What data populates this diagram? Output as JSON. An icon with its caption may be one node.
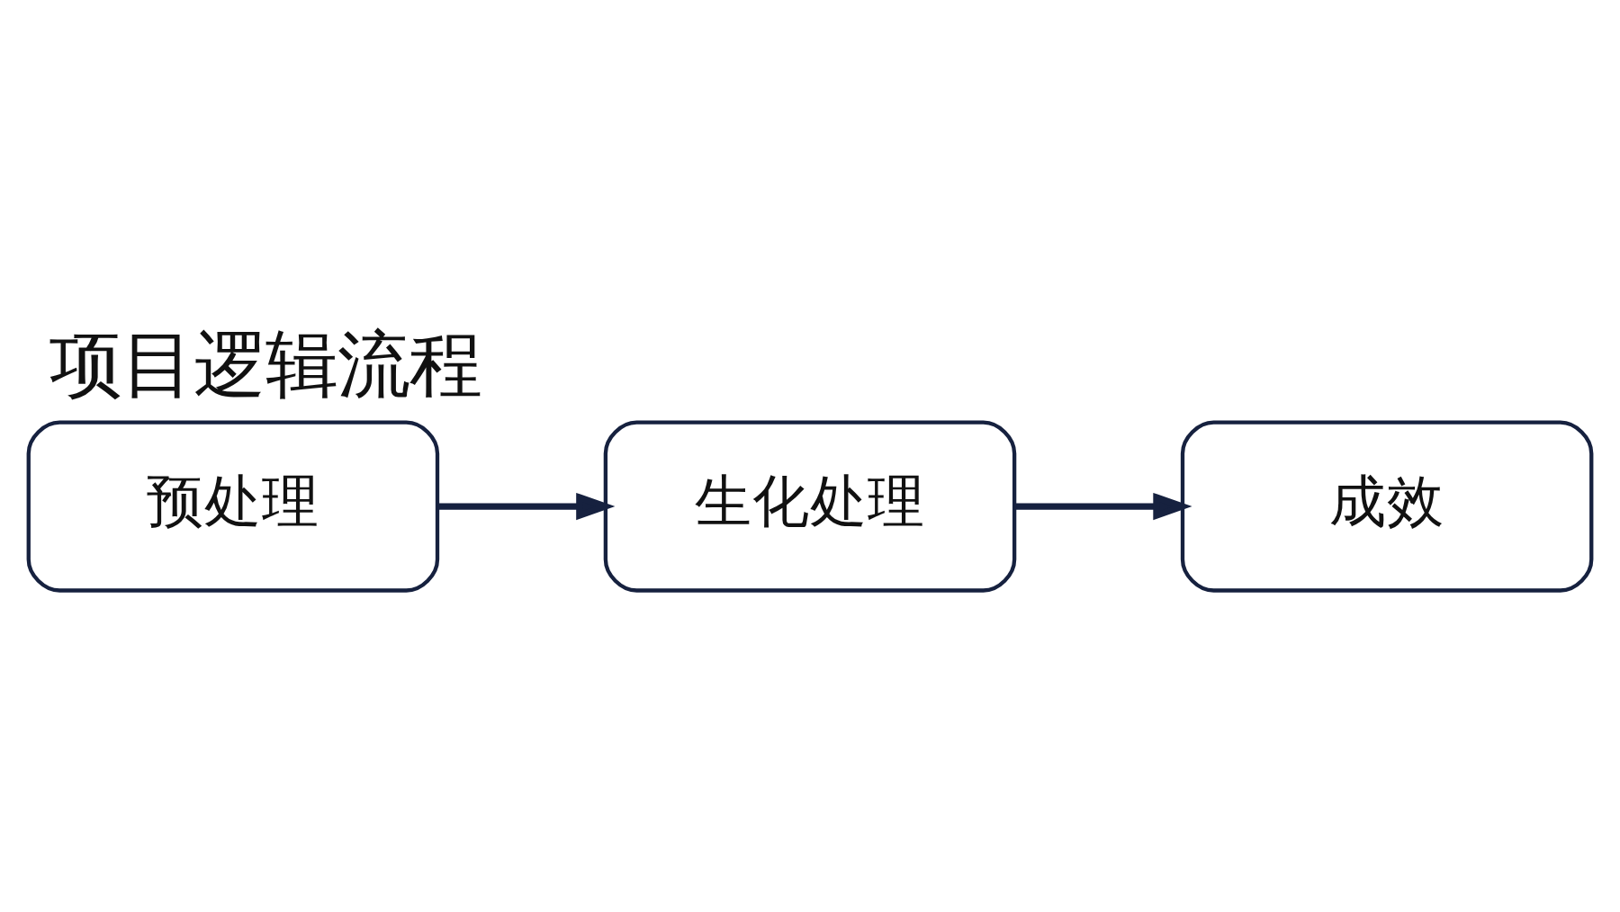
{
  "diagram": {
    "title": "项目逻辑流程",
    "nodes": [
      {
        "text": [
          "预处理"
        ]
      },
      {
        "text": [
          "生化处理"
        ]
      },
      {
        "text": [
          "成效"
        ]
      }
    ],
    "edges": [
      {
        "from": 0,
        "to": 1,
        "arrow": "to"
      },
      {
        "from": 1,
        "to": 2,
        "arrow": "to"
      }
    ]
  }
}
